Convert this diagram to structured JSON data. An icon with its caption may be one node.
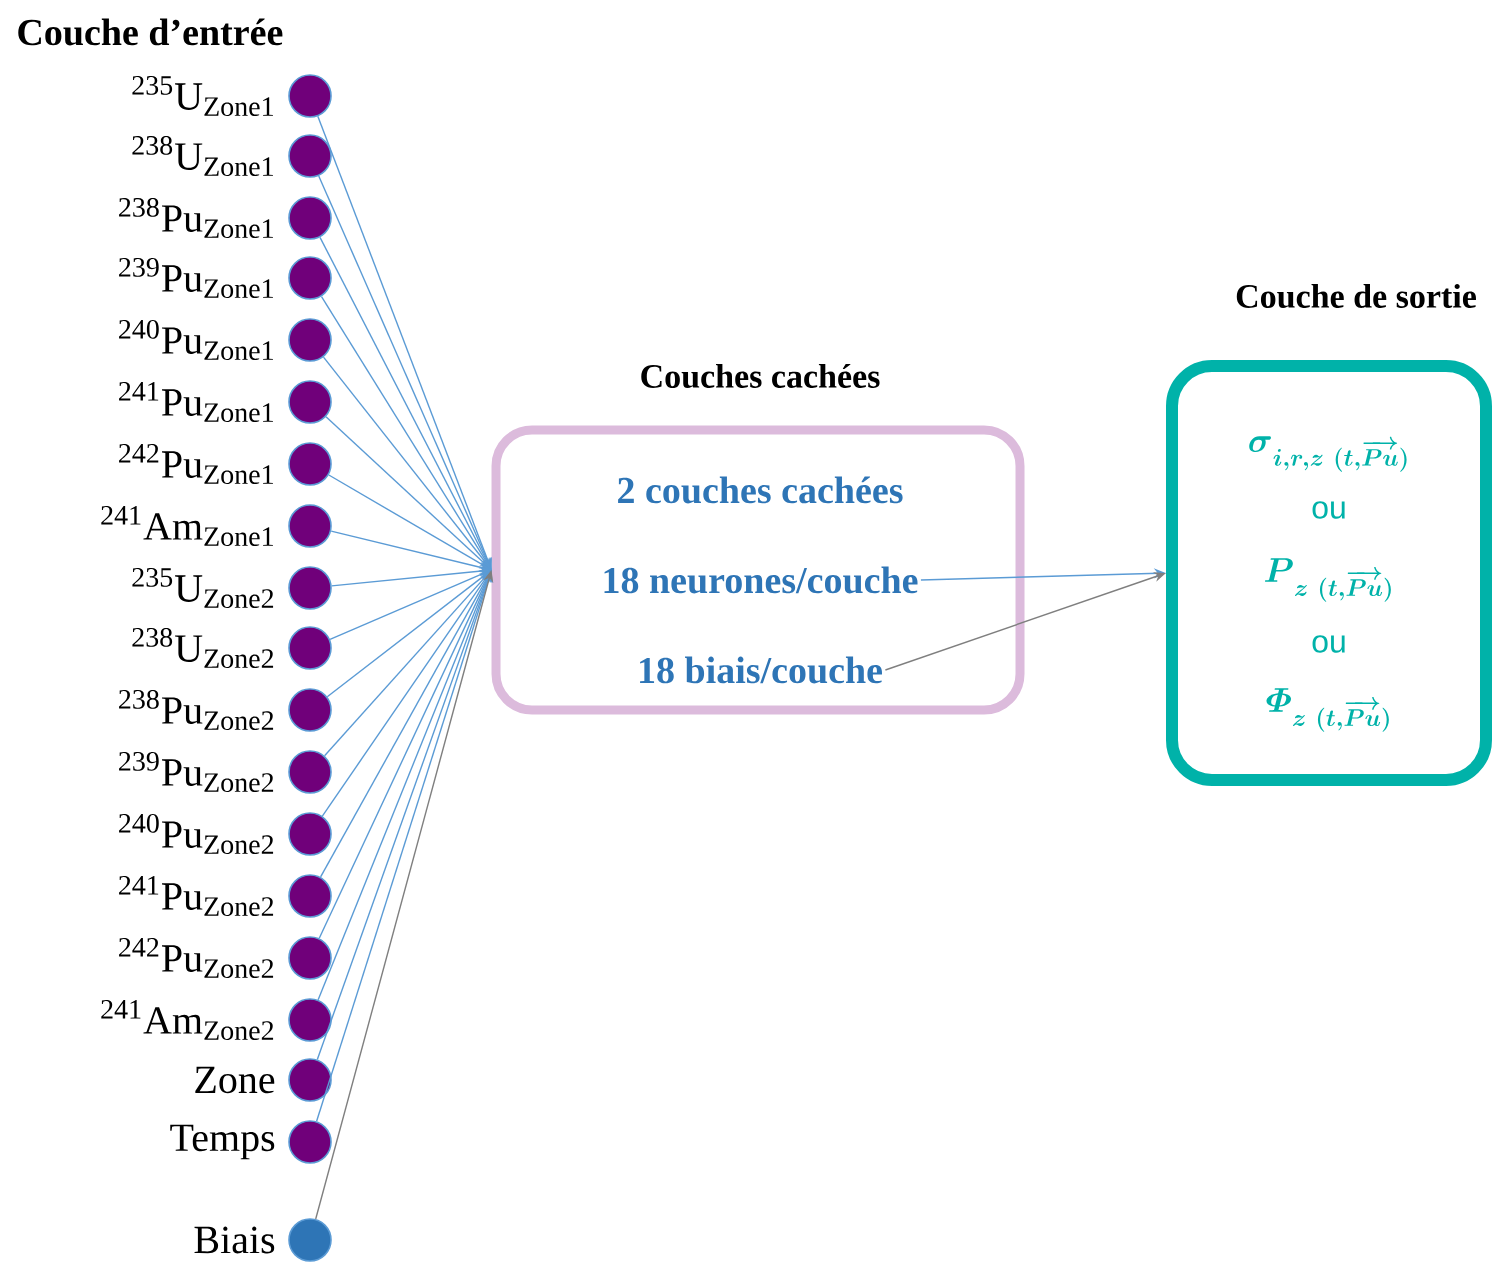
{
  "diagram": {
    "nodes": [
      {
        "text": [],
        "shape": "circle",
        "beside": [
          "$^{235}$U$_{Zone1}$"
        ]
      },
      {
        "text": [],
        "shape": "circle",
        "beside": [
          "$^{238}$U$_{Zone1}$"
        ]
      },
      {
        "text": [],
        "shape": "circle",
        "beside": [
          "$^{238}$Pu$_{Zone1}$"
        ]
      },
      {
        "text": [],
        "shape": "circle",
        "beside": [
          "$^{239}$Pu$_{Zone1}$"
        ]
      },
      {
        "text": [],
        "shape": "circle",
        "beside": [
          "$^{240}$Pu$_{Zone1}$"
        ]
      },
      {
        "text": [],
        "shape": "circle",
        "beside": [
          "$^{241}$Pu$_{Zone1}$"
        ]
      },
      {
        "text": [],
        "shape": "circle",
        "beside": [
          "$^{242}$Pu$_{Zone1}$"
        ]
      },
      {
        "text": [],
        "shape": "circle",
        "beside": [
          "$^{241}$Am$_{Zone1}$"
        ]
      },
      {
        "text": [],
        "shape": "circle",
        "beside": [
          "$^{235}$U$_{Zone2}$"
        ]
      },
      {
        "text": [],
        "shape": "circle",
        "beside": [
          "$^{238}$U$_{Zone2}$"
        ]
      },
      {
        "text": [],
        "shape": "circle",
        "beside": [
          "$^{238}$Pu$_{Zone2}$"
        ]
      },
      {
        "text": [],
        "shape": "circle",
        "beside": [
          "$^{239}$Pu$_{Zone2}$"
        ]
      },
      {
        "text": [],
        "shape": "circle",
        "beside": [
          "$^{240}$Pu$_{Zone2}$"
        ]
      },
      {
        "text": [],
        "shape": "circle",
        "beside": [
          "$^{241}$Pu$_{Zone2}$"
        ]
      },
      {
        "text": [],
        "shape": "circle",
        "beside": [
          "$^{242}$Pu$_{Zone2}$"
        ]
      },
      {
        "text": [],
        "shape": "circle",
        "beside": [
          "$^{241}$Am$_{Zone2}$"
        ]
      },
      {
        "text": [],
        "shape": "circle",
        "beside": [
          "Zone"
        ]
      },
      {
        "text": [],
        "shape": "circle",
        "beside": [
          "Temps"
        ]
      },
      {
        "text": [],
        "shape": "circle",
        "beside": [
          "Biais"
        ]
      },
      {
        "text": [
          "Couches cachées"
        ]
      },
      {
        "text": [
          "2 couches cachées"
        ],
        "in": 19
      },
      {
        "text": [
          "18 neurones/couche"
        ],
        "in": 19
      },
      {
        "text": [
          "18 biais/couche"
        ],
        "in": 19
      },
      {
        "text": [
          "Couche de sortie",
          "\\boldsymbol{\\sigma}_{\\boldsymbol{i,r,z\\ (t,\\overrightarrow{Pu})}}",
          "ou",
          "\\boldsymbol{P}_{\\boldsymbol{z\\ (t,\\overrightarrow{Pu})}}",
          "ou",
          "\\boldsymbol{\\varPhi}_{\\boldsymbol{z\\ (t,\\overrightarrow{Pu})}}"
        ]
      }
    ],
    "edges": [
      {
        "from": 0,
        "to": 19,
        "arrow": "to"
      },
      {
        "from": 1,
        "to": 19,
        "arrow": "to"
      },
      {
        "from": 2,
        "to": 19,
        "arrow": "to"
      },
      {
        "from": 3,
        "to": 19,
        "arrow": "to"
      },
      {
        "from": 4,
        "to": 19,
        "arrow": "to"
      },
      {
        "from": 5,
        "to": 19,
        "arrow": "to"
      },
      {
        "from": 6,
        "to": 19,
        "arrow": "to"
      },
      {
        "from": 7,
        "to": 19,
        "arrow": "to"
      },
      {
        "from": 8,
        "to": 19,
        "arrow": "to"
      },
      {
        "from": 9,
        "to": 19,
        "arrow": "to"
      },
      {
        "from": 10,
        "to": 19,
        "arrow": "to"
      },
      {
        "from": 11,
        "to": 19,
        "arrow": "to"
      },
      {
        "from": 12,
        "to": 19,
        "arrow": "to"
      },
      {
        "from": 13,
        "to": 19,
        "arrow": "to"
      },
      {
        "from": 14,
        "to": 19,
        "arrow": "to"
      },
      {
        "from": 15,
        "to": 19,
        "arrow": "to"
      },
      {
        "from": 16,
        "to": 19,
        "arrow": "to"
      },
      {
        "from": 17,
        "to": 19,
        "arrow": "to"
      },
      {
        "from": 18,
        "to": 19,
        "arrow": "to",
        "color": "#7f7f7f"
      },
      {
        "from": 21,
        "to": 23,
        "arrow": "to"
      },
      {
        "from": 22,
        "to": 23,
        "arrow": "to",
        "color": "#7f7f7f"
      }
    ],
    "labels": [
      "Couche d’entrée"
    ]
  }
}
